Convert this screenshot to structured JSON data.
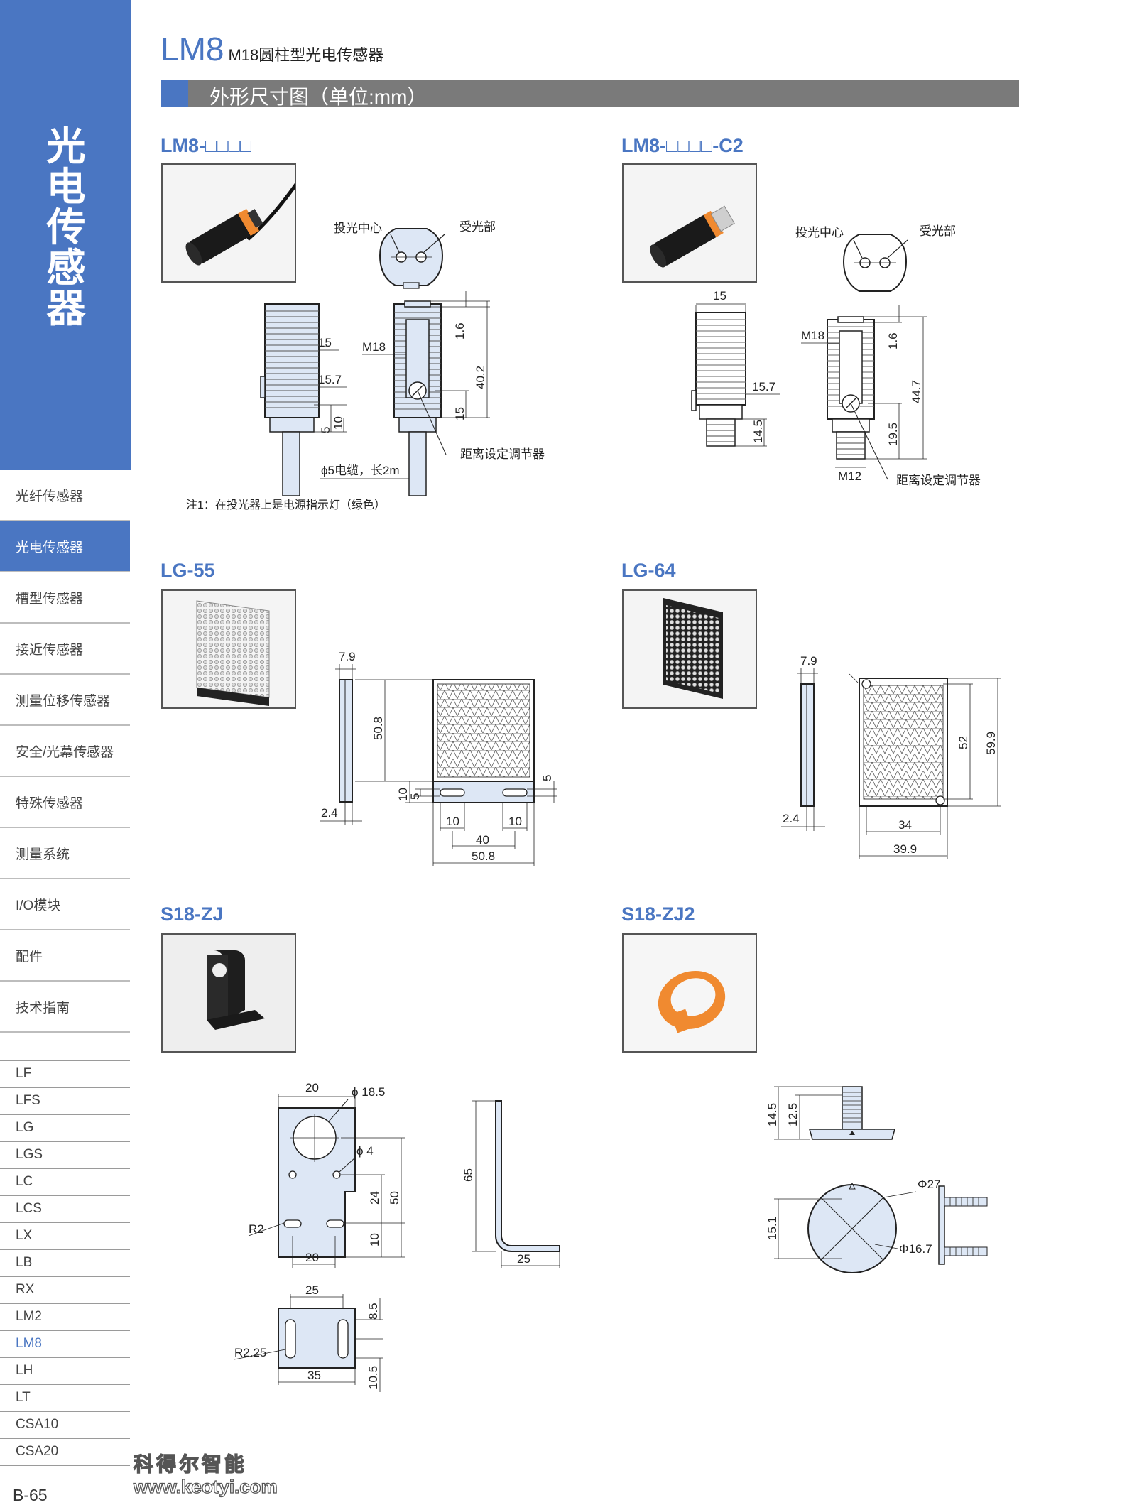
{
  "sidebar": {
    "title": "光电传感器",
    "categories": [
      {
        "label": "光纤传感器",
        "active": false
      },
      {
        "label": "光电传感器",
        "active": true
      },
      {
        "label": "槽型传感器",
        "active": false
      },
      {
        "label": "接近传感器",
        "active": false
      },
      {
        "label": "测量位移传感器",
        "active": false
      },
      {
        "label": "安全/光幕传感器",
        "active": false
      },
      {
        "label": "特殊传感器",
        "active": false
      },
      {
        "label": "测量系统",
        "active": false
      },
      {
        "label": "I/O模块",
        "active": false
      },
      {
        "label": "配件",
        "active": false
      },
      {
        "label": "技术指南",
        "active": false
      }
    ],
    "models": [
      {
        "label": "LF",
        "active": false
      },
      {
        "label": "LFS",
        "active": false
      },
      {
        "label": "LG",
        "active": false
      },
      {
        "label": "LGS",
        "active": false
      },
      {
        "label": "LC",
        "active": false
      },
      {
        "label": "LCS",
        "active": false
      },
      {
        "label": "LX",
        "active": false
      },
      {
        "label": "LB",
        "active": false
      },
      {
        "label": "RX",
        "active": false
      },
      {
        "label": "LM2",
        "active": false
      },
      {
        "label": "LM8",
        "active": true
      },
      {
        "label": "LH",
        "active": false
      },
      {
        "label": "LT",
        "active": false
      },
      {
        "label": "CSA10",
        "active": false
      },
      {
        "label": "CSA20",
        "active": false
      }
    ]
  },
  "header": {
    "title": "LM8",
    "subtitle": "M18圆柱型光电传感器",
    "section_bar": "外形尺寸图（单位:mm）"
  },
  "sections": {
    "lm8": {
      "name": "LM8-□□□□",
      "labels": {
        "emit": "投光中心",
        "recv": "受光部",
        "m18": "M18",
        "d15": "15",
        "d157": "15.7",
        "d5": "5",
        "d10": "10",
        "d16": "1.6",
        "d402": "40.2",
        "d15b": "15",
        "cable": "ϕ5电缆，长2m",
        "adjuster": "距离设定调节器"
      },
      "note": "注1：在投光器上是电源指示灯（绿色）"
    },
    "lm8c2": {
      "name": "LM8-□□□□-C2",
      "labels": {
        "emit": "投光中心",
        "recv": "受光部",
        "d15": "15",
        "m18": "M18",
        "d157": "15.7",
        "d145": "14.5",
        "d16": "1.6",
        "d447": "44.7",
        "d195": "19.5",
        "m12": "M12",
        "adjuster": "距离设定调节器"
      }
    },
    "lg55": {
      "name": "LG-55",
      "labels": {
        "d79": "7.9",
        "d508v": "50.8",
        "d24": "2.4",
        "d10v": "10",
        "d5v": "5",
        "d5r": "5",
        "d10a": "10",
        "d10b": "10",
        "d40": "40",
        "d508h": "50.8"
      }
    },
    "lg64": {
      "name": "LG-64",
      "labels": {
        "d79": "7.9",
        "d24": "2.4",
        "d52": "52",
        "d599": "59.9",
        "d34": "34",
        "d399": "39.9"
      }
    },
    "s18zj": {
      "name": "S18-ZJ",
      "labels": {
        "d20t": "20",
        "phi185": "ϕ 18.5",
        "phi4": "ϕ 4",
        "d24": "24",
        "d50": "50",
        "d10": "10",
        "r2": "R2",
        "d20b": "20",
        "d65": "65",
        "d25s": "25",
        "d25": "25",
        "d85": "8.5",
        "r225": "R2.25",
        "d35": "35",
        "d105": "10.5"
      }
    },
    "s18zj2": {
      "name": "S18-ZJ2",
      "labels": {
        "d145": "14.5",
        "d125": "12.5",
        "phi27": "Φ27",
        "d151": "15.1",
        "phi167": "Φ16.7"
      }
    }
  },
  "footer": {
    "page": "B-65",
    "brand_cn": "科得尔智能",
    "brand_url": "www.keotyi.com"
  },
  "colors": {
    "accent": "#4a76c2",
    "bar": "#7a7a7a",
    "part_fill": "#dde7f5",
    "orange": "#f08a30"
  }
}
